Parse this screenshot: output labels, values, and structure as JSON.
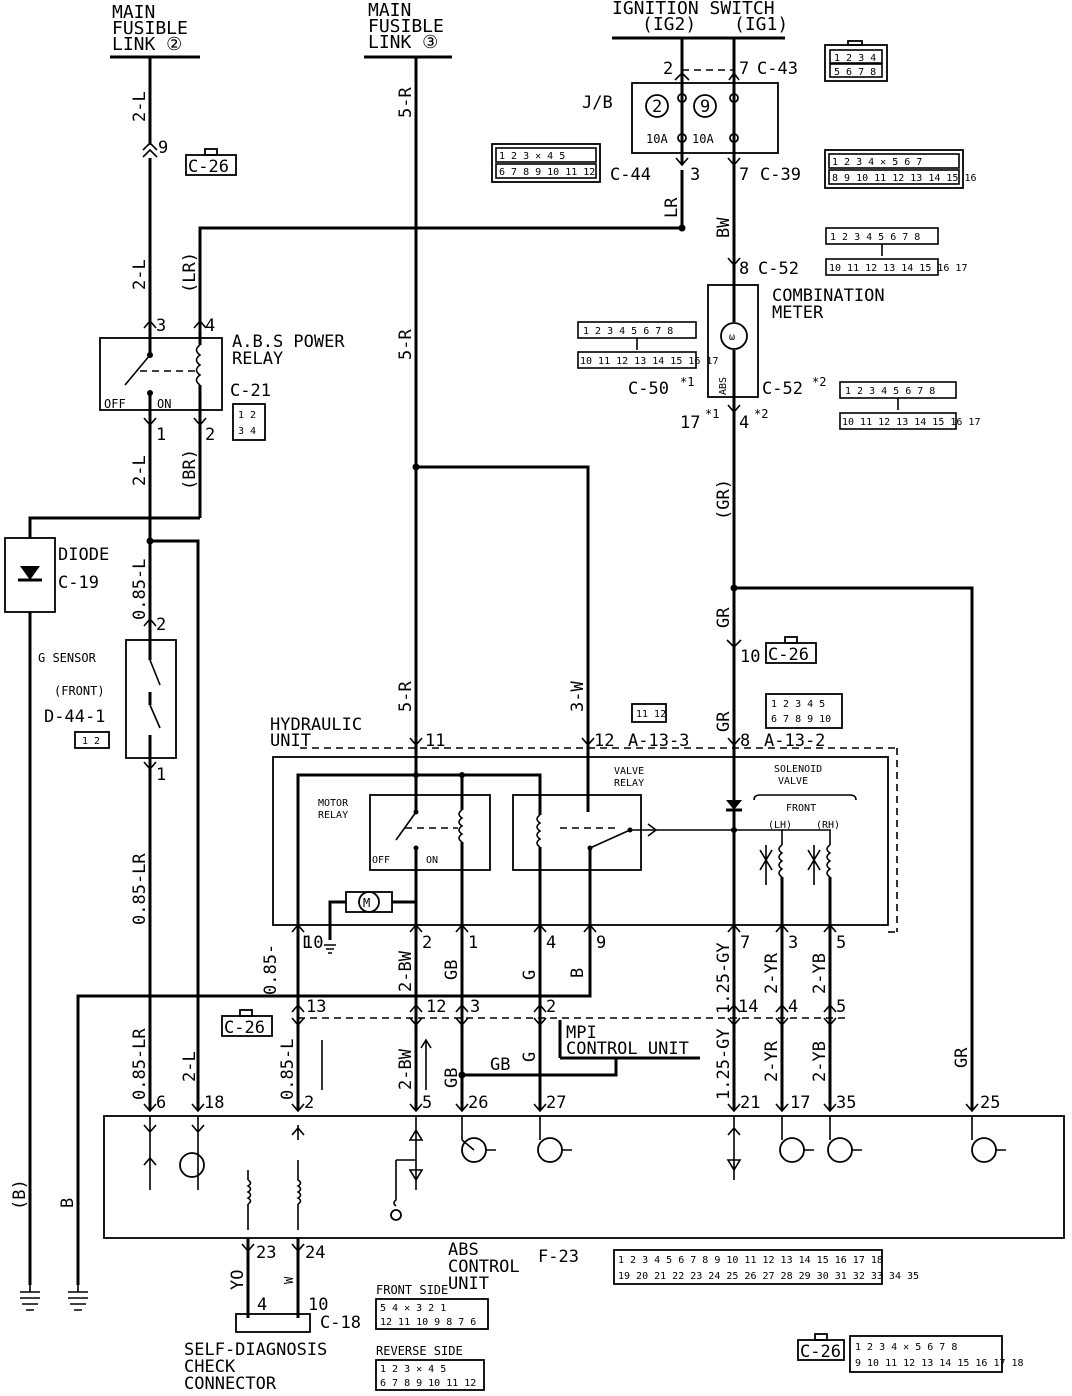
{
  "sources": {
    "main_fusible_link_2": [
      "MAIN",
      "FUSIBLE",
      "LINK ②"
    ],
    "main_fusible_link_3": [
      "MAIN",
      "FUSIBLE",
      "LINK ③"
    ],
    "ignition_switch": "IGNITION  SWITCH",
    "ig2": "(IG2)",
    "ig1": "(IG1)"
  },
  "wires": {
    "w_2L": "2-L",
    "w_5R": "5-R",
    "w_LR_paren": "(LR)",
    "w_BR_paren": "(BR)",
    "w_LR": "LR",
    "w_BW": "BW",
    "w_GR_paren": "(GR)",
    "w_GR": "GR",
    "w_085L": "0.85-L",
    "w_085LR": "0.85-LR",
    "w_085L_split": [
      "0.85-",
      "L"
    ],
    "w_3W": "3-W",
    "w_2BW": "2-BW",
    "w_GB": "GB",
    "w_G": "G",
    "w_B": "B",
    "w_125GY": "1.25-GY",
    "w_2YR": "2-YR",
    "w_2YB": "2-YB",
    "w_B_paren": "(B)",
    "w_YO": "YO",
    "w_W": "W"
  },
  "connectors": {
    "c26": "C-26",
    "c43": "C-43",
    "c44": "C-44",
    "c39": "C-39",
    "c52": "C-52",
    "c50": "C-50",
    "c52_note": "C-52",
    "c21": "C-21",
    "c19": "C-19",
    "c18": "C-18",
    "d441": "D-44-1",
    "a133": "A-13-3",
    "a132": "A-13-2",
    "f23": "F-23",
    "star1": "*1",
    "star2": "*2"
  },
  "components": {
    "jb": "J/B",
    "fuse_10a": "10A",
    "combination_meter": [
      "COMBINATION",
      "METER"
    ],
    "abs_power_relay": [
      "A.B.S POWER",
      "RELAY"
    ],
    "off": "OFF",
    "on": "ON",
    "diode": "DIODE",
    "g_sensor": "G SENSOR",
    "front_paren": "(FRONT)",
    "hydraulic_unit": [
      "HYDRAULIC",
      "UNIT"
    ],
    "motor_relay": [
      "MOTOR",
      "RELAY"
    ],
    "valve_relay": [
      "VALVE",
      "RELAY"
    ],
    "solenoid_valve": [
      "SOLENOID",
      "VALVE"
    ],
    "front": "FRONT",
    "lh": "(LH)",
    "rh": "(RH)",
    "abs_meter": "ABS",
    "mpi": [
      "MPI",
      "CONTROL UNIT"
    ],
    "abs_ecu": [
      "ABS",
      "CONTROL",
      "UNIT"
    ],
    "self_diag": [
      "SELF-DIAGNOSIS",
      "CHECK",
      "CONNECTOR"
    ],
    "front_side": "FRONT SIDE",
    "reverse_side": "REVERSE SIDE"
  },
  "pins": {
    "p9": "9",
    "p2": "2",
    "p7": "7",
    "p3": "3",
    "p4": "4",
    "p1": "1",
    "p8": "8",
    "p17": "17",
    "p10": "10",
    "p11": "11",
    "p12": "12",
    "p13": "13",
    "p14": "14",
    "p5": "5",
    "p6": "6",
    "p18": "18",
    "p26": "26",
    "p27": "27",
    "p21": "21",
    "p35": "35",
    "p25": "25",
    "p23": "23",
    "p24": "24"
  }
}
